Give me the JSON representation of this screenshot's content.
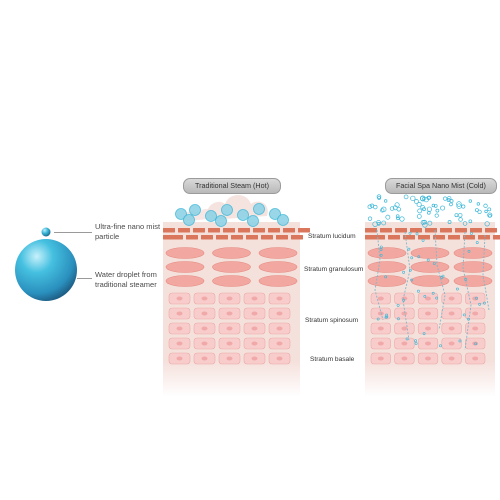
{
  "legend": {
    "nano_label": "Ultra-fine nano mist particle",
    "droplet_label": "Water droplet from traditional steamer"
  },
  "panels": {
    "hot_title": "Traditional Steam (Hot)",
    "cold_title": "Facial Spa Nano Mist (Cold)"
  },
  "layers": {
    "lucidum": "Stratum lucidum",
    "granulosum": "Stratum granulosum",
    "spinosum": "Stratum spinosum",
    "basale": "Stratum basale"
  },
  "colors": {
    "brick": "#d9765c",
    "oval": "#f2a8a0",
    "cell": "#f8cccb",
    "skin_bg": "#f5e1dc",
    "droplet": "#3bb7d8",
    "droplet_dark": "#2a7fa4",
    "steam": "#f3dcd8"
  }
}
